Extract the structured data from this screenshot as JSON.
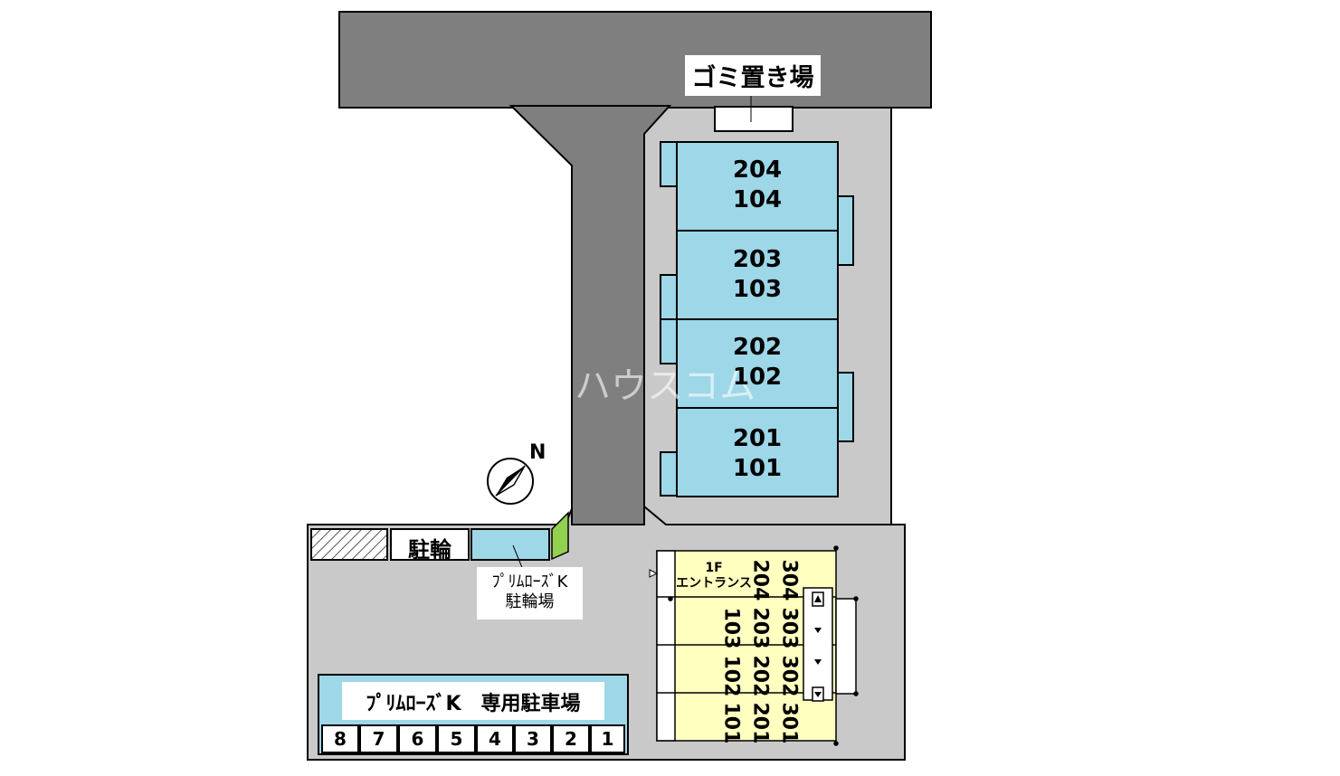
{
  "colors": {
    "road": "#7f7f7f",
    "lot": "#c9c9c9",
    "building": "#9dd7e8",
    "building_b": "#ffffc0",
    "green": "#92d050",
    "outline": "#000000"
  },
  "labels": {
    "garbage": "ゴミ置き場",
    "bicycle": "駐輪",
    "primrose_bicycle": "ﾌﾟﾘﾑﾛｰｽﾞK",
    "primrose_bicycle_2": "駐輪場",
    "parking_title": "ﾌﾟﾘﾑﾛｰｽﾞK　専用駐車場",
    "north": "N",
    "watermark": "ハウスコム",
    "entrance_1": "1F",
    "entrance_2": "エントランス"
  },
  "building_a": {
    "units": [
      {
        "upper": "204",
        "lower": "104"
      },
      {
        "upper": "203",
        "lower": "103"
      },
      {
        "upper": "202",
        "lower": "102"
      },
      {
        "upper": "201",
        "lower": "101"
      }
    ]
  },
  "building_b": {
    "columns": [
      {
        "r1": "304",
        "r2": "303",
        "r3": "302",
        "r4": "301"
      },
      {
        "r1": "204",
        "r2": "203",
        "r3": "202",
        "r4": "201"
      },
      {
        "r2": "103",
        "r3": "102",
        "r4": "101"
      }
    ]
  },
  "parking": {
    "spaces": [
      "8",
      "7",
      "6",
      "5",
      "4",
      "3",
      "2",
      "1"
    ]
  },
  "icons": [
    "compass-icon",
    "door-arrow-icon"
  ]
}
